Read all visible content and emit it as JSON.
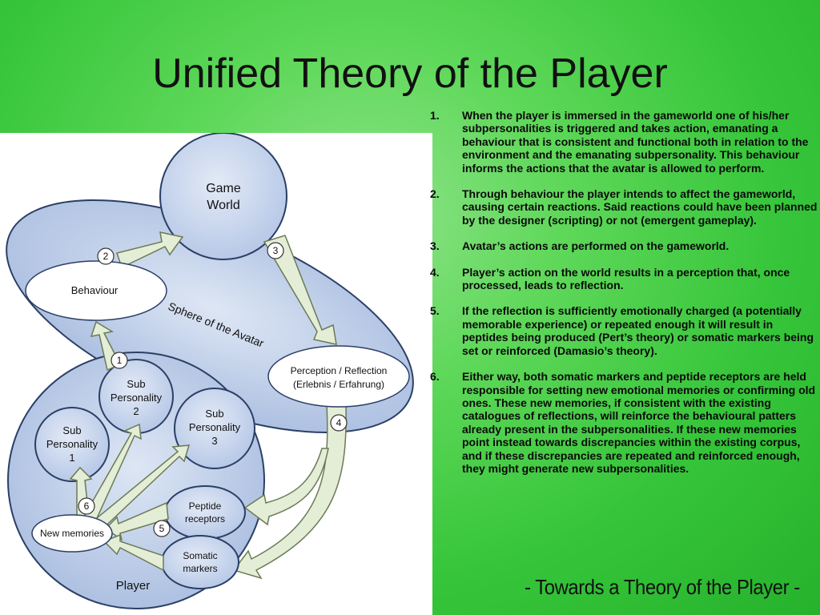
{
  "slide": {
    "title": "Unified Theory of the Player",
    "footer": "- Towards a Theory of the Player -"
  },
  "diagram": {
    "game_world": [
      "Game",
      "World"
    ],
    "behaviour": "Behaviour",
    "sphere_label": "Sphere of the Avatar",
    "perception": [
      "Perception / Reflection",
      "(Erlebnis / Erfahrung)"
    ],
    "sub1": [
      "Sub",
      "Personality",
      "1"
    ],
    "sub2": [
      "Sub",
      "Personality",
      "2"
    ],
    "sub3": [
      "Sub",
      "Personality",
      "3"
    ],
    "peptide": [
      "Peptide",
      "receptors"
    ],
    "somatic": [
      "Somatic",
      "markers"
    ],
    "new_memories": "New memories",
    "player": "Player",
    "steps": [
      "1",
      "2",
      "3",
      "4",
      "5",
      "6"
    ],
    "colors": {
      "sphere_fill": "#bccbe6",
      "sphere_stroke": "#2b3f66",
      "arrow_fill": "#e4edd6",
      "arrow_stroke": "#6b7a55"
    }
  },
  "points": [
    {
      "num": "1.",
      "text": "When the player is immersed in the gameworld one of his/her subpersonalities is triggered and takes action, emanating a behaviour that is consistent and functional both in relation to the environment and the emanating subpersonality. This behaviour informs the actions that the avatar is allowed to perform."
    },
    {
      "num": "2.",
      "text": "Through behaviour the player intends to affect the gameworld, causing certain reactions. Said reactions could have been planned by the designer (scripting) or not (emergent gameplay)."
    },
    {
      "num": "3.",
      "text": "Avatar’s actions are performed on the gameworld."
    },
    {
      "num": "4.",
      "text": "Player’s action on the world results in a perception that, once processed, leads to reflection."
    },
    {
      "num": "5.",
      "text": "If the reflection is sufficiently emotionally charged (a potentially memorable experience) or repeated enough it will result in peptides being produced (Pert’s theory) or somatic markers being set or reinforced (Damasio’s theory)."
    },
    {
      "num": "6.",
      "text": "Either way, both somatic markers and peptide receptors are held responsible for setting new emotional memories or confirming old ones. These new memories, if consistent with the existing catalogues of reflections, will reinforce the behavioural patters already present in the subpersonalities. If these new memories point instead towards discrepancies within the existing corpus, and if these discrepancies are repeated and reinforced enough, they might generate new subpersonalities."
    }
  ]
}
